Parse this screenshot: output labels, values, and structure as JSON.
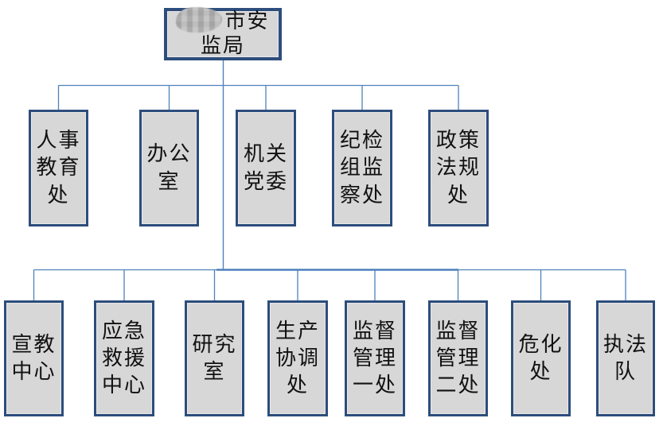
{
  "diagram": {
    "type": "org-chart",
    "root": {
      "line1": "市安",
      "line2": "监局",
      "city_name_redacted": true
    },
    "level1": [
      "人事\n教育\n处",
      "办公\n室",
      "机关\n党委",
      "纪检\n组监\n察处",
      "政策\n法规\n处"
    ],
    "level2": [
      "宣教\n中心",
      "应急\n救援\n中心",
      "研究\n室",
      "生产\n协调\n处",
      "监督\n管理\n一处",
      "监督\n管理\n二处",
      "危化\n处",
      "执法\n队"
    ],
    "colors": {
      "background": "#ffffff",
      "box_fill": "#d7d7d7",
      "box_border": "#2d4d7c",
      "connector": "#4f81bd",
      "text": "#111111"
    }
  }
}
